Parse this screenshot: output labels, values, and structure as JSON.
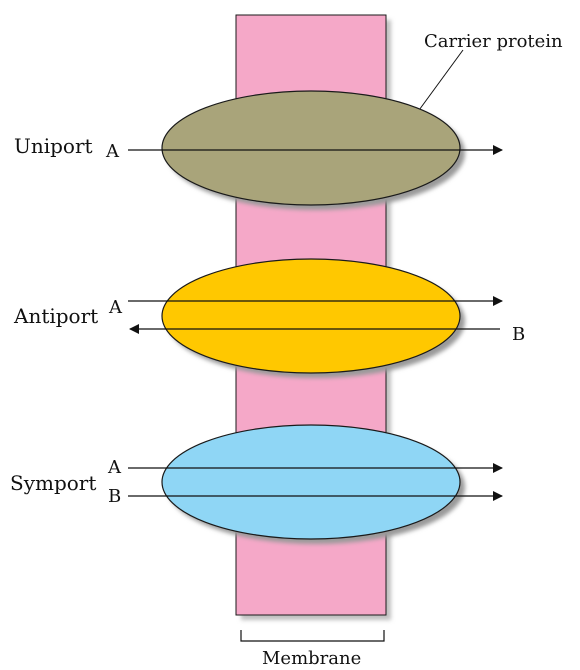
{
  "labels": {
    "carrier_protein": "Carrier protein",
    "membrane": "Membrane"
  },
  "transporters": [
    {
      "name": "Uniport",
      "markers": [
        "A"
      ],
      "color": "#a9a47a"
    },
    {
      "name": "Antiport",
      "markers": [
        "A",
        "B"
      ],
      "color": "#ffc800"
    },
    {
      "name": "Symport",
      "markers": [
        "A",
        "B"
      ],
      "color": "#8fd6f5"
    }
  ],
  "colors": {
    "membrane": "#f5a8c8",
    "outline": "#1a1a1a"
  }
}
